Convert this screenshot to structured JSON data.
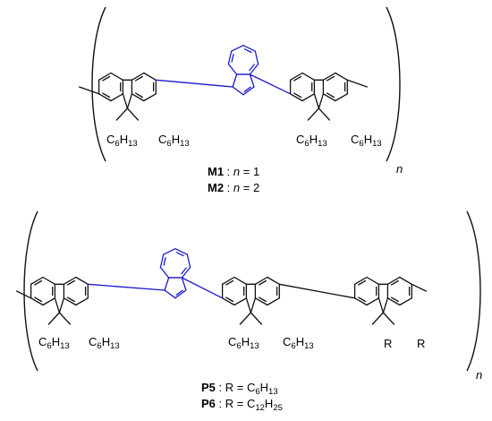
{
  "colors": {
    "bond": "#111111",
    "azulene": "#1a1acc",
    "background": "#ffffff"
  },
  "top": {
    "substituents": [
      {
        "base": "C",
        "n1": "6",
        "h": "H",
        "n2": "13"
      },
      {
        "base": "C",
        "n1": "6",
        "h": "H",
        "n2": "13"
      },
      {
        "base": "C",
        "n1": "6",
        "h": "H",
        "n2": "13"
      },
      {
        "base": "C",
        "n1": "6",
        "h": "H",
        "n2": "13"
      }
    ],
    "repeat_label": "n",
    "captions": [
      {
        "name": "M1",
        "sep": " : ",
        "var": "n",
        "rest": " = 1"
      },
      {
        "name": "M2",
        "sep": " : ",
        "var": "n",
        "rest": " = 2"
      }
    ]
  },
  "bottom": {
    "substituents": [
      {
        "base": "C",
        "n1": "6",
        "h": "H",
        "n2": "13"
      },
      {
        "base": "C",
        "n1": "6",
        "h": "H",
        "n2": "13"
      },
      {
        "base": "C",
        "n1": "6",
        "h": "H",
        "n2": "13"
      },
      {
        "base": "C",
        "n1": "6",
        "h": "H",
        "n2": "13"
      }
    ],
    "r_labels": [
      "R",
      "R"
    ],
    "repeat_label": "n",
    "captions": [
      {
        "name": "P5",
        "sep": " : R = ",
        "c": "C",
        "n1": "6",
        "h": "H",
        "n2": "13"
      },
      {
        "name": "P6",
        "sep": " : R = ",
        "c": "C",
        "n1": "12",
        "h": "H",
        "n2": "25"
      }
    ]
  }
}
